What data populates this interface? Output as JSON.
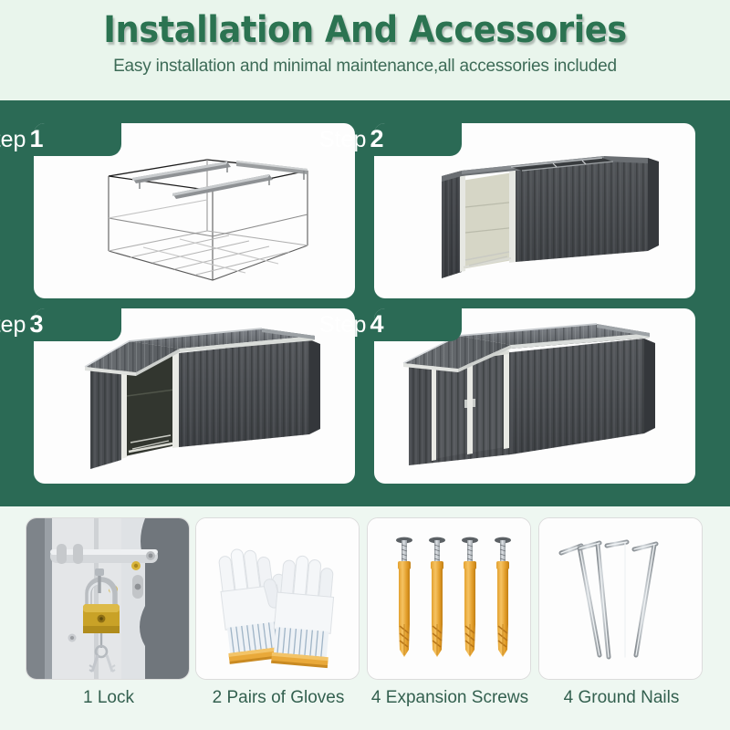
{
  "header": {
    "title": "Installation And Accessories",
    "subtitle": "Easy installation and minimal maintenance,all accessories included"
  },
  "colors": {
    "page_background": "#e9f5ec",
    "panel_green": "#2b6a55",
    "title_green": "#2b7351",
    "caption_green": "#33604f",
    "card_white": "#fdfdfd",
    "shed_dark_gray": "#4a4d50",
    "shed_roof_gray": "#5d6165",
    "trim_white": "#e8e9e4",
    "brass": "#c9a227",
    "anchor_orange": "#e8a838",
    "steel": "#9aa0a6"
  },
  "steps": [
    {
      "label_word": "Step",
      "label_number": "1",
      "art": "wireframe-shed-frame"
    },
    {
      "label_word": "Step",
      "label_number": "2",
      "art": "shed-walls-no-roof"
    },
    {
      "label_word": "Step",
      "label_number": "3",
      "art": "shed-with-roof-open-door"
    },
    {
      "label_word": "Step",
      "label_number": "4",
      "art": "shed-complete-with-doors"
    }
  ],
  "accessories": [
    {
      "caption": "1 Lock",
      "art": "padlock-on-door-latch"
    },
    {
      "caption": "2 Pairs of Gloves",
      "art": "white-knit-gloves"
    },
    {
      "caption": "4 Expansion Screws",
      "art": "orange-wall-anchors"
    },
    {
      "caption": "4 Ground Nails",
      "art": "steel-ground-stakes"
    }
  ]
}
